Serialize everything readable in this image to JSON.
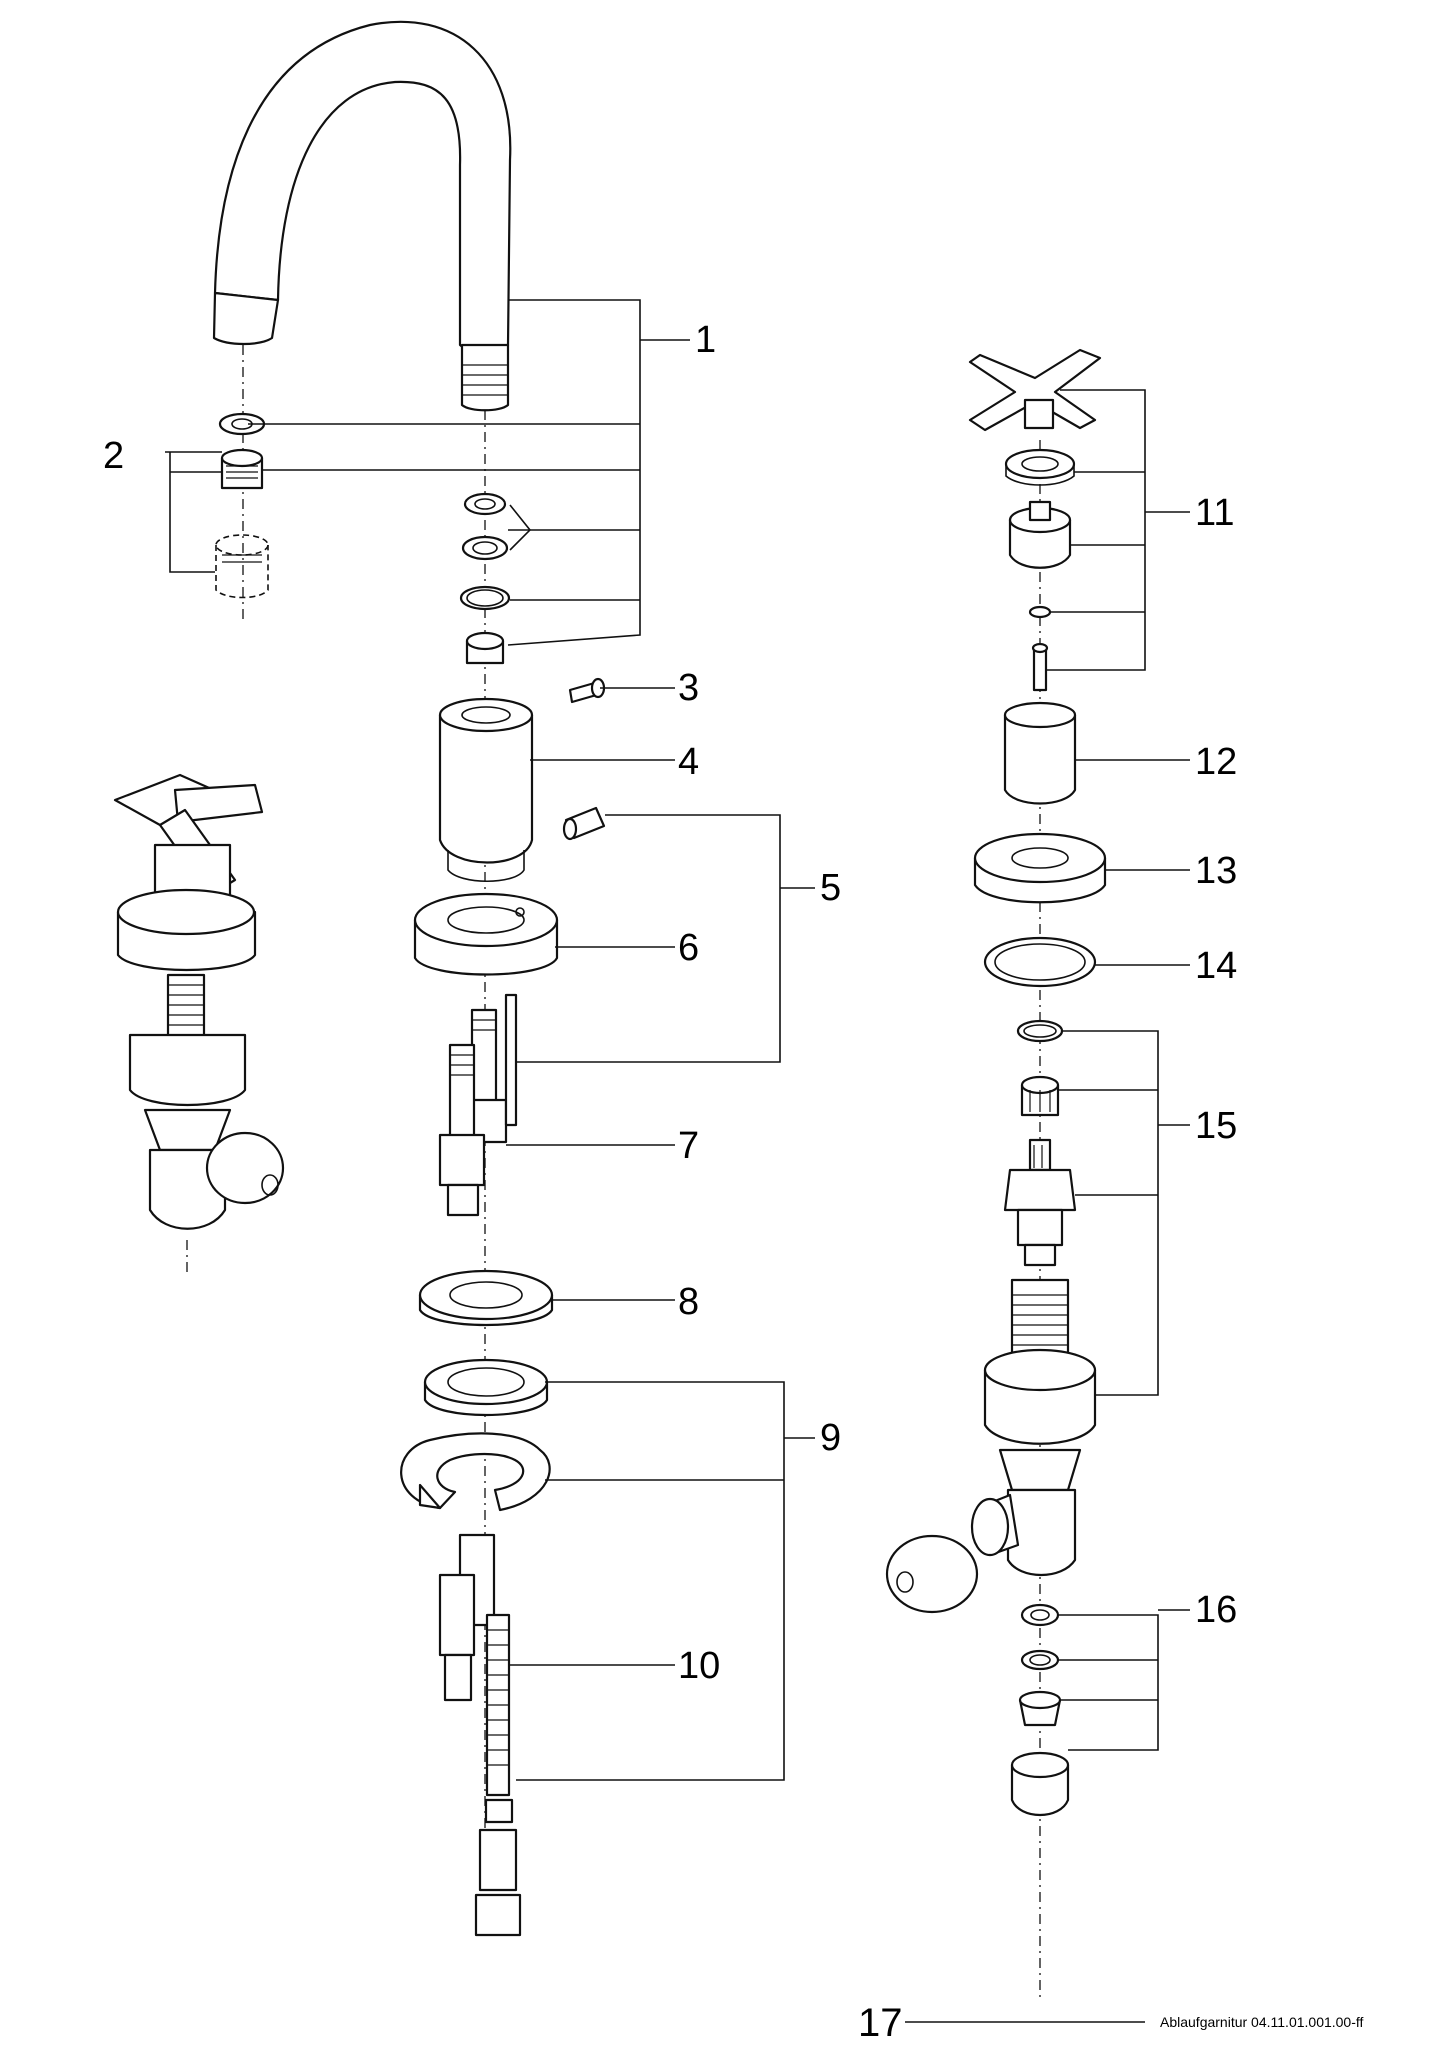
{
  "callouts": [
    {
      "id": "1",
      "label": "1"
    },
    {
      "id": "2",
      "label": "2"
    },
    {
      "id": "3",
      "label": "3"
    },
    {
      "id": "4",
      "label": "4"
    },
    {
      "id": "5",
      "label": "5"
    },
    {
      "id": "6",
      "label": "6"
    },
    {
      "id": "7",
      "label": "7"
    },
    {
      "id": "8",
      "label": "8"
    },
    {
      "id": "9",
      "label": "9"
    },
    {
      "id": "10",
      "label": "10"
    },
    {
      "id": "11",
      "label": "11"
    },
    {
      "id": "12",
      "label": "12"
    },
    {
      "id": "13",
      "label": "13"
    },
    {
      "id": "14",
      "label": "14"
    },
    {
      "id": "15",
      "label": "15"
    },
    {
      "id": "16",
      "label": "16"
    }
  ],
  "footer": {
    "part_number": "17",
    "reference": "Ablaufgarnitur 04.11.01.001.00-ff"
  }
}
